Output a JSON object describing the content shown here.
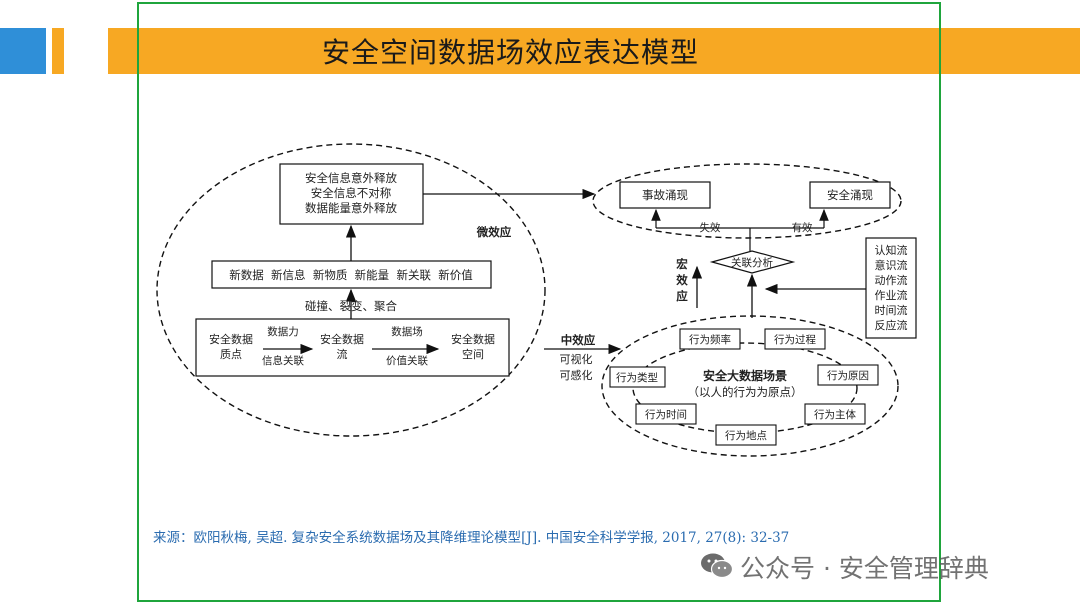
{
  "slide": {
    "title": "安全空间数据场效应表达模型",
    "source": "来源：欧阳秋梅, 吴超. 复杂安全系统数据场及其降维理论模型[J]. 中国安全科学学报, 2017, 27(8): 32-37",
    "watermark": "公众号 · 安全管理辞典",
    "watermark_icon": "wechat-icon"
  },
  "diagram": {
    "left_top_box": [
      "安全信息意外释放",
      "安全信息不对称",
      "数据能量意外释放"
    ],
    "micro_effect": "微效应",
    "new_items_box": "新数据  新信息  新物质  新能量  新关联  新价值",
    "collision_label": "碰撞、裂变、聚合",
    "chain": {
      "node1": [
        "安全数据",
        "质点"
      ],
      "arrow1_top": "数据力",
      "arrow1_bottom": "信息关联",
      "node2": [
        "安全数据",
        "流"
      ],
      "arrow2_top": "数据场",
      "arrow2_bottom": "价值关联",
      "node3": [
        "安全数据",
        "空间"
      ]
    },
    "meso_effect": "中效应",
    "meso_sub": [
      "可视化",
      "可感化"
    ],
    "accident": "事故涌现",
    "safety": "安全涌现",
    "failure": "失效",
    "valid": "有效",
    "correlation": "关联分析",
    "macro_effect": [
      "宏",
      "效",
      "应"
    ],
    "flows": [
      "认知流",
      "意识流",
      "动作流",
      "作业流",
      "时间流",
      "反应流"
    ],
    "scene_title": "安全大数据场景",
    "scene_sub": "（以人的行为为原点）",
    "behaviors": {
      "frequency": "行为频率",
      "process": "行为过程",
      "type": "行为类型",
      "cause": "行为原因",
      "time": "行为时间",
      "subject": "行为主体",
      "place": "行为地点"
    }
  }
}
